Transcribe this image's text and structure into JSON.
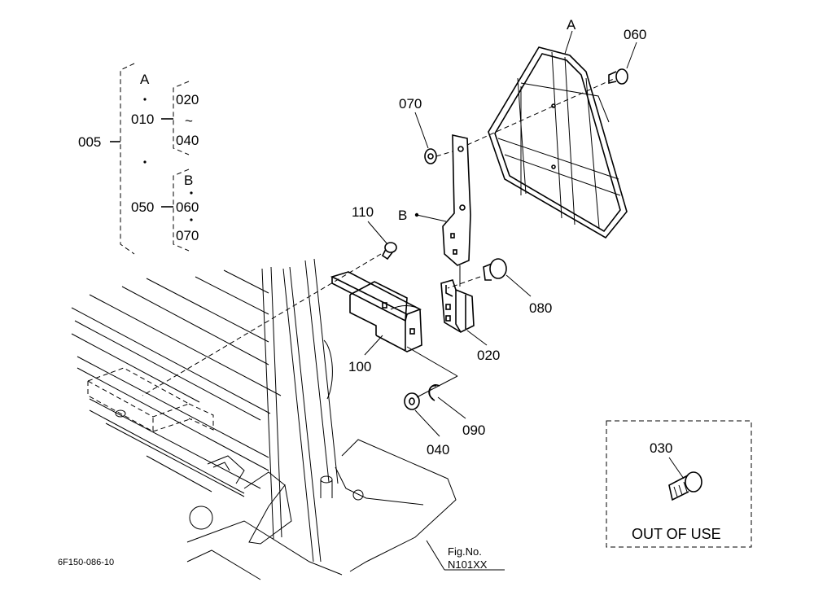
{
  "tree": {
    "root": "005",
    "letter_a": "A",
    "item_010": "010",
    "item_020": "020",
    "tilde": "~",
    "item_040": "040",
    "letter_b": "B",
    "item_050": "050",
    "item_060": "060",
    "item_070": "070"
  },
  "callouts": {
    "a": "A",
    "b": "B",
    "c060": "060",
    "c070": "070",
    "c110": "110",
    "c080": "080",
    "c020": "020",
    "c100": "100",
    "c090": "090",
    "c040": "040"
  },
  "inset": {
    "part": "030",
    "caption": "OUT OF USE"
  },
  "footer": {
    "drawing_code": "6F150-086-10",
    "fig_label": "Fig.No.",
    "fig_number": "N101XX"
  }
}
